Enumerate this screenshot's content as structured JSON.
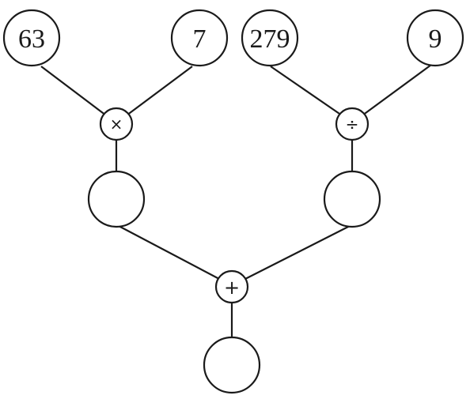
{
  "inputs": {
    "a": "63",
    "b": "7",
    "c": "279",
    "d": "9"
  },
  "operators": {
    "multiply": "×",
    "divide": "÷",
    "add": "+"
  },
  "results": {
    "product": "",
    "quotient": "",
    "sum": ""
  }
}
